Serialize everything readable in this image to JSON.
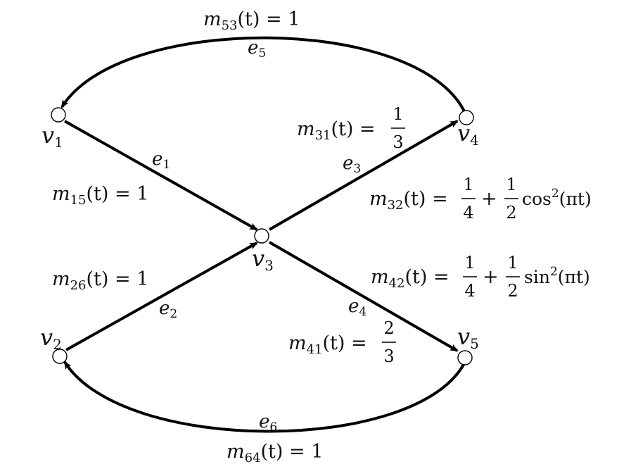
{
  "nodes": {
    "v1": {
      "base": "v",
      "sub": "1"
    },
    "v2": {
      "base": "v",
      "sub": "2"
    },
    "v3": {
      "base": "v",
      "sub": "3"
    },
    "v4": {
      "base": "v",
      "sub": "4"
    },
    "v5": {
      "base": "v",
      "sub": "5"
    }
  },
  "edges": {
    "e1": {
      "base": "e",
      "sub": "1"
    },
    "e2": {
      "base": "e",
      "sub": "2"
    },
    "e3": {
      "base": "e",
      "sub": "3"
    },
    "e4": {
      "base": "e",
      "sub": "4"
    },
    "e5": {
      "base": "e",
      "sub": "5"
    },
    "e6": {
      "base": "e",
      "sub": "6"
    }
  },
  "weights": {
    "m53": {
      "base": "m",
      "sub": "53",
      "arg": "(t) = 1"
    },
    "m64": {
      "base": "m",
      "sub": "64",
      "arg": "(t) = 1"
    },
    "m15": {
      "base": "m",
      "sub": "15",
      "arg": "(t) = 1"
    },
    "m26": {
      "base": "m",
      "sub": "26",
      "arg": "(t) = 1"
    },
    "m31": {
      "base": "m",
      "sub": "31",
      "arg": "(t) =",
      "num": "1",
      "den": "3"
    },
    "m41": {
      "base": "m",
      "sub": "41",
      "arg": "(t) =",
      "num": "2",
      "den": "3"
    },
    "m32": {
      "base": "m",
      "sub": "32",
      "arg": "(t) =",
      "num1": "1",
      "den1": "4",
      "plus": "+",
      "num2": "1",
      "den2": "2",
      "func": "cos",
      "sup": "2",
      "tail": "(πt)"
    },
    "m42": {
      "base": "m",
      "sub": "42",
      "arg": "(t) =",
      "num1": "1",
      "den1": "4",
      "plus": "+",
      "num2": "1",
      "den2": "2",
      "func": "sin",
      "sup": "2",
      "tail": "(πt)"
    }
  }
}
